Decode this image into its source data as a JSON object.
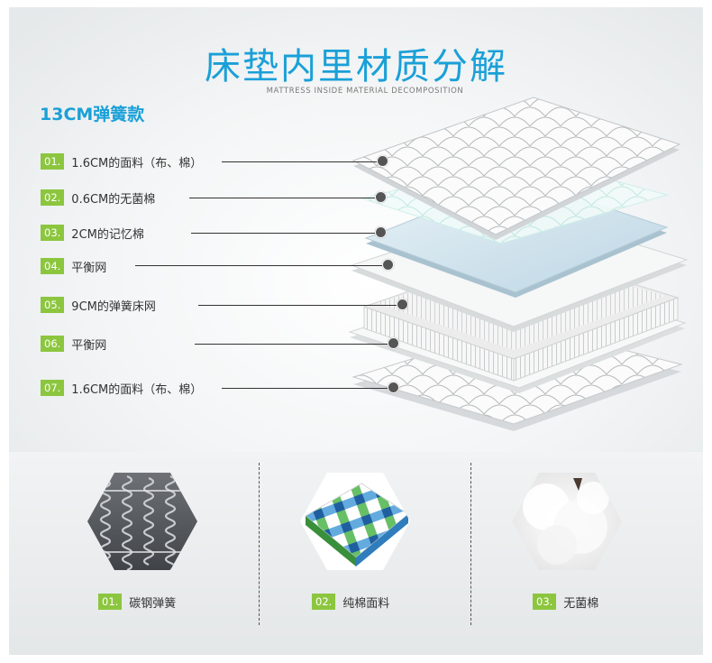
{
  "title": "床垫内里材质分解",
  "subtitle": "MATTRESS INSIDE MATERIAL DECOMPOSITION",
  "model_label": "13CM弹簧款",
  "layers": [
    {
      "num": "01.",
      "label": "1.6CM的面料（布、棉）"
    },
    {
      "num": "02.",
      "label": "0.6CM的无菌棉"
    },
    {
      "num": "03.",
      "label": "2CM的记忆棉"
    },
    {
      "num": "04.",
      "label": "平衡网"
    },
    {
      "num": "05.",
      "label": "9CM的弹簧床网"
    },
    {
      "num": "06.",
      "label": "平衡网"
    },
    {
      "num": "07.",
      "label": "1.6CM的面料（布、棉）"
    }
  ],
  "features": [
    {
      "num": "01.",
      "label": "碳钢弹簧",
      "icon": "steel-spring-photo"
    },
    {
      "num": "02.",
      "label": "纯棉面料",
      "icon": "cotton-fabric-photo"
    },
    {
      "num": "03.",
      "label": "无菌棉",
      "icon": "sterile-cotton-photo"
    }
  ],
  "colors": {
    "accent_blue": "#1aa0d8",
    "badge_green": "#8cc63f",
    "text_dark": "#333333"
  }
}
